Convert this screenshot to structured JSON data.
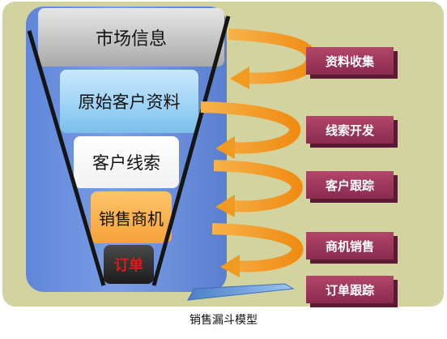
{
  "funnel": {
    "layers": [
      "市场信息",
      "原始客户资料",
      "客户线索",
      "销售商机",
      "订单"
    ]
  },
  "stages": [
    "资料收集",
    "线索开发",
    "客户跟踪",
    "商机销售",
    "订单跟踪"
  ],
  "caption": "销售漏斗模型",
  "colors": {
    "background": "#d3d3a0",
    "funnel_body": "#6a8fdc",
    "arrow": "#f5a623",
    "stage_box": "#9c3559",
    "order_text": "#e01818"
  }
}
